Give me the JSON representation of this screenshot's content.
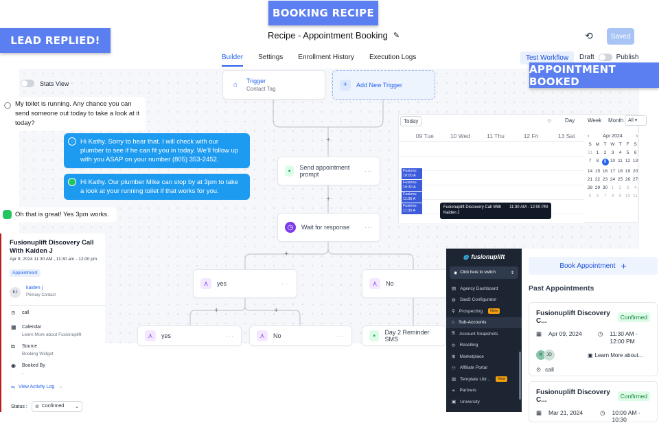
{
  "banners": {
    "booking_recipe": "BOOKING RECIPE",
    "lead_replied": "LEAD REPLIED!",
    "appointment_booked": "APPOINTMENT BOOKED"
  },
  "header": {
    "title": "Recipe - Appointment Booking",
    "saved_label": "Saved",
    "tabs": [
      "Builder",
      "Settings",
      "Enrollment History",
      "Execution Logs"
    ],
    "test_workflow": "Test Workflow",
    "draft": "Draft",
    "publish": "Publish"
  },
  "workflow": {
    "trigger_title": "Trigger",
    "trigger_sub": "Contact Tag",
    "add_trigger": "Add New Trigger",
    "send_prompt": "Send appointment prompt",
    "wait": "Wait for response",
    "yes": "yes",
    "no": "No",
    "yes2": "yes",
    "no2": "No",
    "reminder": "Day 2 Reminder SMS"
  },
  "stats_view": "Stats View",
  "chat": {
    "msg1": "My toilet is running. Any chance you can send someone out today to take a look at it today?",
    "msg2": "Hi Kathy. Sorry to hear that. I will check with our plumber to see if he can fit you in today. We'll follow up with you ASAP on your number (805) 353-2452.",
    "msg3": "Hi Kathy. Our plumber Mike can stop by at 3pm to take a look at your running toilet if that works for you.",
    "msg4": "Oh that is great! Yes 3pm works."
  },
  "calendar": {
    "today": "Today",
    "views": [
      "Day",
      "Week",
      "Month"
    ],
    "filter": "All",
    "days": [
      "09 Tue",
      "10 Wed",
      "11 Thu",
      "12 Fri",
      "13 Sat"
    ],
    "events": [
      {
        "t": "Fusionu",
        "s": "10:00 A"
      },
      {
        "t": "Fusionu",
        "s": "10:30 A"
      },
      {
        "t": "Fusionu",
        "s": "11:00 A"
      },
      {
        "t": "Fusionu",
        "s": "11:30 A"
      }
    ],
    "tooltip_title": "Fusionuplift Discovery Call With Kaiden J",
    "tooltip_time": "11:30 AM - 12:00 PM",
    "mini_month": "Apr 2024",
    "weekdays": [
      "S",
      "M",
      "T",
      "W",
      "T",
      "F",
      "S"
    ],
    "weeks": [
      [
        "31",
        "1",
        "2",
        "3",
        "4",
        "5",
        "6"
      ],
      [
        "7",
        "8",
        "9",
        "10",
        "11",
        "12",
        "13"
      ],
      [
        "14",
        "15",
        "16",
        "17",
        "18",
        "19",
        "20"
      ],
      [
        "21",
        "22",
        "23",
        "24",
        "25",
        "26",
        "27"
      ],
      [
        "28",
        "29",
        "30",
        "1",
        "2",
        "3",
        "4"
      ],
      [
        "5",
        "6",
        "7",
        "8",
        "9",
        "10",
        "11"
      ]
    ],
    "selected_day": "9"
  },
  "contact": {
    "title": "Fusionuplift Discovery Call With Kaiden J",
    "datetime": "Apr 9, 2024 11:30 AM , 11:30 am - 12:00 pm",
    "tag": "Appointment",
    "initials": "KJ",
    "name": "kaiden j",
    "role": "Primary Contact",
    "method": "call",
    "calendar_label": "Calendar",
    "calendar_value": "Learn More about Fusionuplift",
    "source_label": "Source",
    "source_value": "Booking Widget",
    "booked_label": "Booked By",
    "booked_value": "-",
    "activity": "View Activity Log",
    "status_label": "Status :",
    "status_value": "Confirmed"
  },
  "sidebar": {
    "brand": "fusionuplift",
    "switch": "Click here to switch",
    "items": [
      {
        "label": "Agency Dashboard",
        "badge": ""
      },
      {
        "label": "SaaS Configurator",
        "badge": ""
      },
      {
        "label": "Prospecting",
        "badge": "New"
      },
      {
        "label": "Sub-Accounts",
        "badge": ""
      },
      {
        "label": "Account Snapshots",
        "badge": ""
      },
      {
        "label": "Reselling",
        "badge": ""
      },
      {
        "label": "Marketplace",
        "badge": ""
      },
      {
        "label": "Affiliate Portal",
        "badge": ""
      },
      {
        "label": "Template Libr...",
        "badge": "New"
      },
      {
        "label": "Partners",
        "badge": ""
      },
      {
        "label": "University",
        "badge": ""
      }
    ]
  },
  "appointments": {
    "book_button": "Book Appointment",
    "past_title": "Past Appointments",
    "cards": [
      {
        "title": "Fusionuplift Discovery C...",
        "status": "Confirmed",
        "date": "Apr 09, 2024",
        "time": "11:30 AM - 12:00 PM",
        "calendar": "Learn More about...",
        "method": "call",
        "avatars": [
          "K",
          "JO"
        ]
      },
      {
        "title": "Fusionuplift Discovery C...",
        "status": "Confirmed",
        "date": "Mar 21, 2024",
        "time": "10:00 AM - 10:30"
      }
    ]
  },
  "colors": {
    "accent": "#2563eb",
    "banner": "#5b7ff0",
    "bubble": "#1d9bf0",
    "sidebar": "#1d2533",
    "confirmed": "#15803d"
  }
}
